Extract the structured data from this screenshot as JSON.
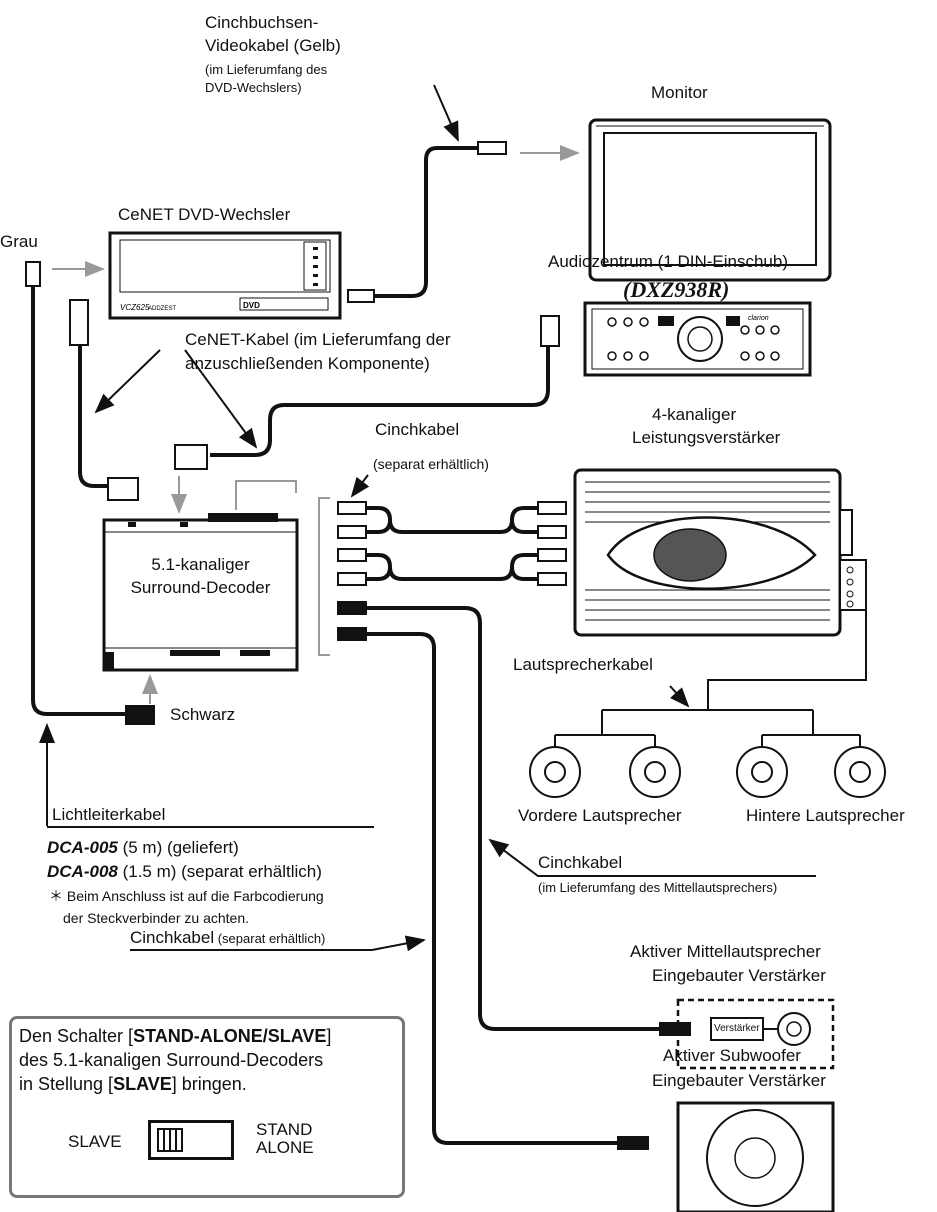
{
  "colors": {
    "cable": "#111111",
    "cable_gray": "#999999",
    "ink": "#111111",
    "device_fill": "#ffffff"
  },
  "labels": {
    "video_cable": {
      "line1": "Cinchbuchsen-",
      "line2": "Videokabel (Gelb)",
      "note1": "(im Lieferumfang des",
      "note2": "DVD-Wechslers)"
    },
    "monitor": "Monitor",
    "dvd_changer": "CeNET DVD-Wechsler",
    "grau": "Grau",
    "audio_center": "Audiozentrum  (1 DIN-Einschub)",
    "audio_model": "(DXZ938R)",
    "cenet_cable": {
      "line1": "CeNET-Kabel (im Lieferumfang der",
      "line2": "anzuschließenden Komponente)"
    },
    "cinch_top": {
      "line1": "Cinchkabel",
      "line2": "(separat erhältlich)"
    },
    "amp": {
      "line1": "4-kanaliger",
      "line2": "Leistungsverstärker"
    },
    "decoder": {
      "line1": "5.1-kanaliger",
      "line2": "Surround-Decoder"
    },
    "speaker_cable": "Lautsprecherkabel",
    "schwarz": "Schwarz",
    "front_speakers": "Vordere Lautsprecher",
    "rear_speakers": "Hintere Lautsprecher",
    "optical_cable": "Lichtleiterkabel",
    "dca005_model": "DCA-005",
    "dca005_desc": " (5 m) (geliefert)",
    "dca008_model": "DCA-008",
    "dca008_desc": " (1.5 m) (separat erhältlich)",
    "footnote1": "＊ Beim Anschluss ist auf die Farbcodierung",
    "footnote2": "der Steckverbinder zu achten.",
    "cinch_center": {
      "line1": "Cinchkabel",
      "line2": "(im Lieferumfang des Mittellautsprechers)"
    },
    "active_center": {
      "line1": "Aktiver Mittellautsprecher",
      "line2": "Eingebauter Verstärker"
    },
    "amp_box": "Verstärker",
    "cinch_bottom": {
      "main": "Cinchkabel",
      "small": " (separat erhältlich)"
    },
    "active_sub": {
      "line1": "Aktiver Subwoofer",
      "line2": "Eingebauter Verstärker"
    },
    "device_texts": {
      "dvd_model": "VCZ625",
      "brand": "ADDZEST",
      "disc_logo": "DVD",
      "audio_logo": "clarion"
    }
  },
  "note_box": {
    "line1_pre": "Den Schalter [",
    "line1_bold": "STAND-ALONE/SLAVE",
    "line1_post": "]",
    "line2": "des 5.1-kanaligen Surround-Decoders",
    "line3_pre": "in Stellung [",
    "line3_bold": "SLAVE",
    "line3_post": "] bringen.",
    "switch_left": "SLAVE",
    "switch_right_1": "STAND",
    "switch_right_2": "ALONE"
  }
}
